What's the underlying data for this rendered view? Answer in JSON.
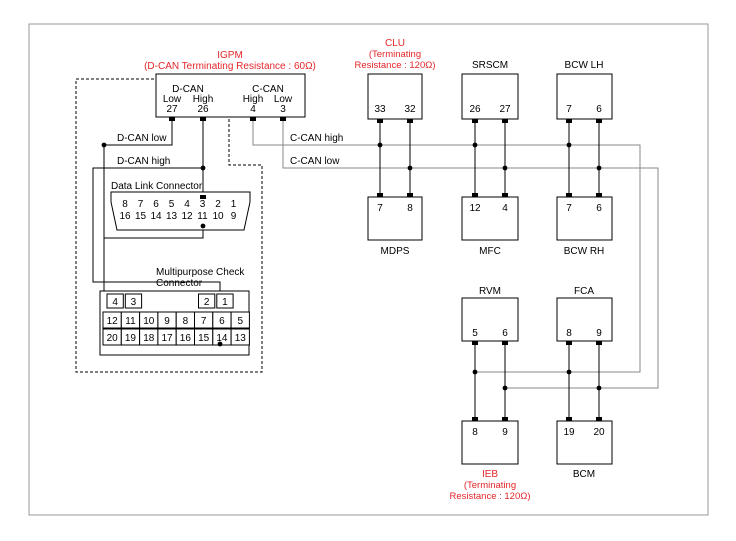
{
  "igpm": {
    "title": "IGPM",
    "subtitle": "(D-CAN Terminating Resistance : 60Ω)",
    "dcan": "D-CAN",
    "ccan": "C-CAN",
    "low": "Low",
    "high": "High",
    "pins": [
      "27",
      "26",
      "4",
      "3"
    ]
  },
  "clu": {
    "title": "CLU",
    "line2": "(Terminating",
    "line3": "Resistance : 120Ω)",
    "pins": [
      "33",
      "32"
    ]
  },
  "srscm": {
    "title": "SRSCM",
    "pins": [
      "26",
      "27"
    ]
  },
  "bcw_lh": {
    "title": "BCW LH",
    "pins": [
      "7",
      "6"
    ]
  },
  "mdps": {
    "title": "MDPS",
    "pins": [
      "7",
      "8"
    ]
  },
  "mfc": {
    "title": "MFC",
    "pins": [
      "12",
      "4"
    ]
  },
  "bcw_rh": {
    "title": "BCW RH",
    "pins": [
      "7",
      "6"
    ]
  },
  "rvm": {
    "title": "RVM",
    "pins": [
      "5",
      "6"
    ]
  },
  "fca": {
    "title": "FCA",
    "pins": [
      "8",
      "9"
    ]
  },
  "ieb": {
    "title": "IEB",
    "line2": "(Terminating",
    "line3": "Resistance : 120Ω)",
    "pins": [
      "8",
      "9"
    ]
  },
  "bcm": {
    "title": "BCM",
    "pins": [
      "19",
      "20"
    ]
  },
  "wires": {
    "dcan_low": "D-CAN low",
    "dcan_high": "D-CAN high",
    "ccan_high": "C-CAN high",
    "ccan_low": "C-CAN low"
  },
  "dlc": {
    "title": "Data Link Connector",
    "row1": [
      "8",
      "7",
      "6",
      "5",
      "4",
      "3",
      "2",
      "1"
    ],
    "row2": [
      "16",
      "15",
      "14",
      "13",
      "12",
      "11",
      "10",
      "9"
    ]
  },
  "mpc": {
    "title1": "Multipurpose Check",
    "title2": "Connector",
    "top_left": [
      "4",
      "3"
    ],
    "top_right": [
      "2",
      "1"
    ],
    "row2": [
      "12",
      "11",
      "10",
      "9",
      "8",
      "7",
      "6",
      "5"
    ],
    "row3": [
      "20",
      "19",
      "18",
      "17",
      "16",
      "15",
      "14",
      "13"
    ]
  }
}
